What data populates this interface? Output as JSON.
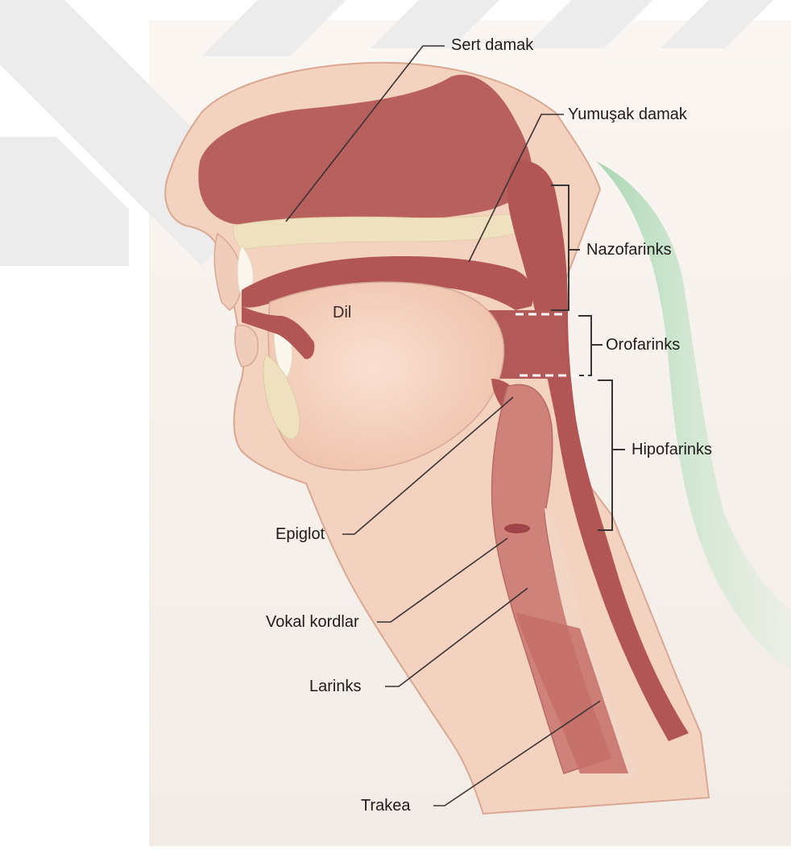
{
  "colors": {
    "background": "#ffffff",
    "paper": "#f7f1ec",
    "skin": "#f3d3c2",
    "skin_outline": "#d9a892",
    "muscle": "#b15655",
    "muscle_dark": "#9e4446",
    "muscle_light": "#c9726e",
    "mucosa": "#f2c7b2",
    "bone": "#f0e2c0",
    "watermark": "#e9e9e9",
    "spine_green": "#b9dcbf",
    "leader": "#3a3333"
  },
  "labels": {
    "sert_damak": "Sert damak",
    "yumusak_damak": "Yumuşak damak",
    "nazofarinks": "Nazofarinks",
    "orofarinks": "Orofarinks",
    "hipofarinks": "Hipofarinks",
    "dil": "Dil",
    "epiglot": "Epiglot",
    "vokal_kordlar": "Vokal kordlar",
    "larinks": "Larinks",
    "trakea": "Trakea"
  }
}
